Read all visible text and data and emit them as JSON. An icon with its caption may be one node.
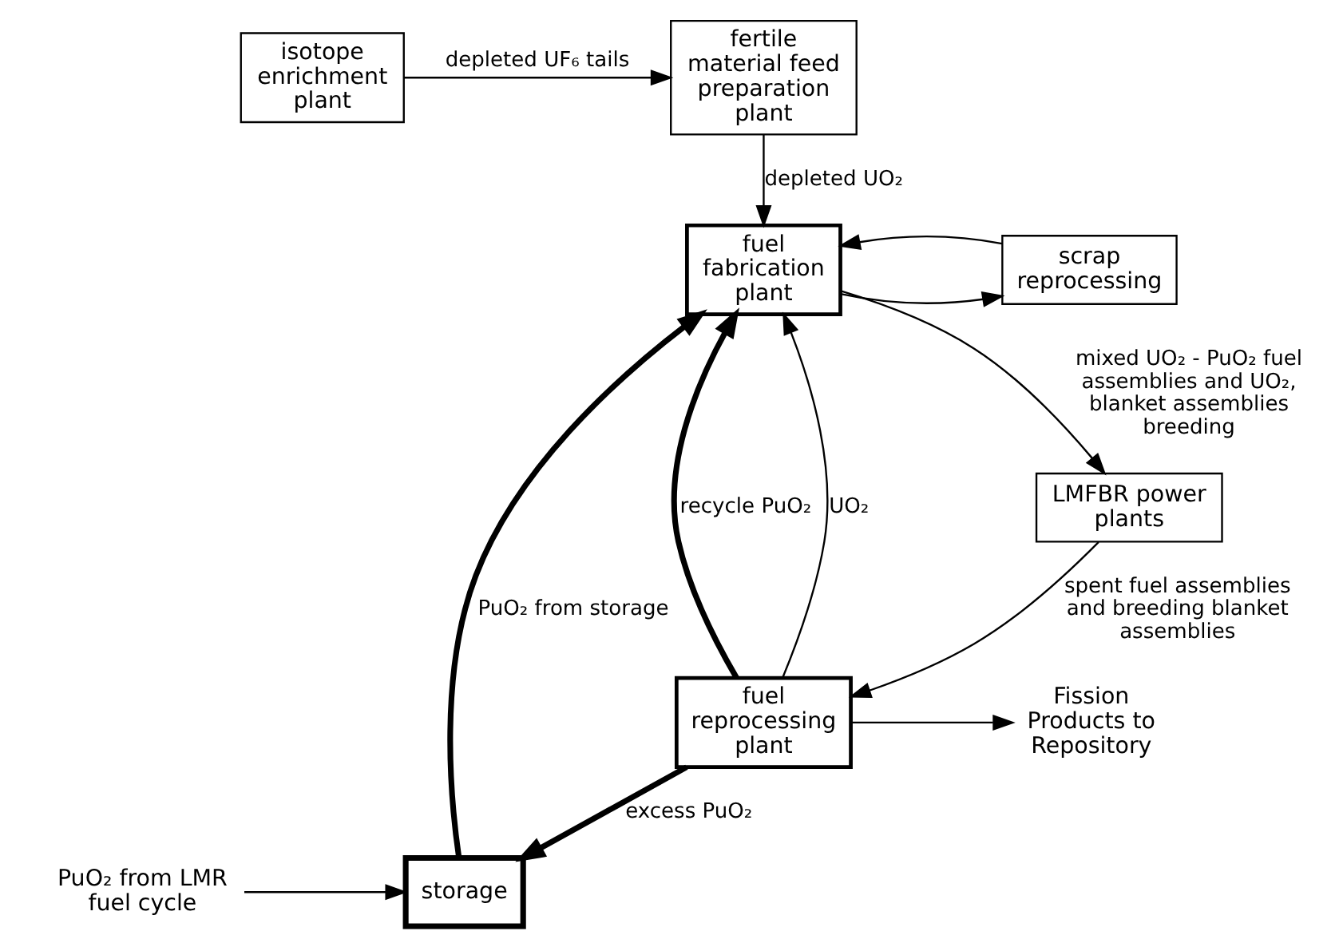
{
  "diagram": {
    "nodes": [
      {
        "text": [
          "isotope enrichment plant"
        ]
      },
      {
        "text": [
          "fertile material feed preparation plant"
        ]
      },
      {
        "text": [
          "fuel fabrication plant"
        ]
      },
      {
        "text": [
          "scrap reprocessing"
        ]
      },
      {
        "text": [
          "storage"
        ]
      },
      {
        "text": [
          "LMFBR power plants"
        ]
      },
      {
        "text": [
          "fuel reprocessing plant"
        ]
      },
      {
        "text": [
          "PuO₂ from LMR fuel cycle"
        ]
      },
      {
        "text": [
          "Fission Products to Repository"
        ]
      }
    ],
    "edges": [
      {
        "from": 0,
        "to": 1,
        "arrow": "to",
        "label": "depleted UF₆ tails"
      },
      {
        "from": 1,
        "to": 2,
        "arrow": "to",
        "label": "depleted UO₂"
      },
      {
        "from": 2,
        "to": 3,
        "arrow": "to"
      },
      {
        "from": 3,
        "to": 2,
        "arrow": "to"
      },
      {
        "from": 2,
        "to": 5,
        "arrow": "to",
        "label": "mixed UO₂ - PuO₂ fuel assemblies and UO₂, blanket assemblies breeding"
      },
      {
        "from": 5,
        "to": 6,
        "arrow": "to",
        "label": "spent fuel assemblies and breeding blanket assemblies"
      },
      {
        "from": 6,
        "to": 2,
        "arrow": "to",
        "label": "recycle PuO₂",
        "style": "thick"
      },
      {
        "from": 6,
        "to": 2,
        "arrow": "to",
        "label": "UO₂"
      },
      {
        "from": 7,
        "to": 4,
        "arrow": "to"
      },
      {
        "from": 4,
        "to": 2,
        "arrow": "to",
        "label": "PuO₂ from storage",
        "style": "thick"
      },
      {
        "from": 6,
        "to": 4,
        "arrow": "to",
        "label": "excess PuO₂",
        "style": "thick"
      },
      {
        "from": 6,
        "to": 8,
        "arrow": "to"
      }
    ]
  }
}
